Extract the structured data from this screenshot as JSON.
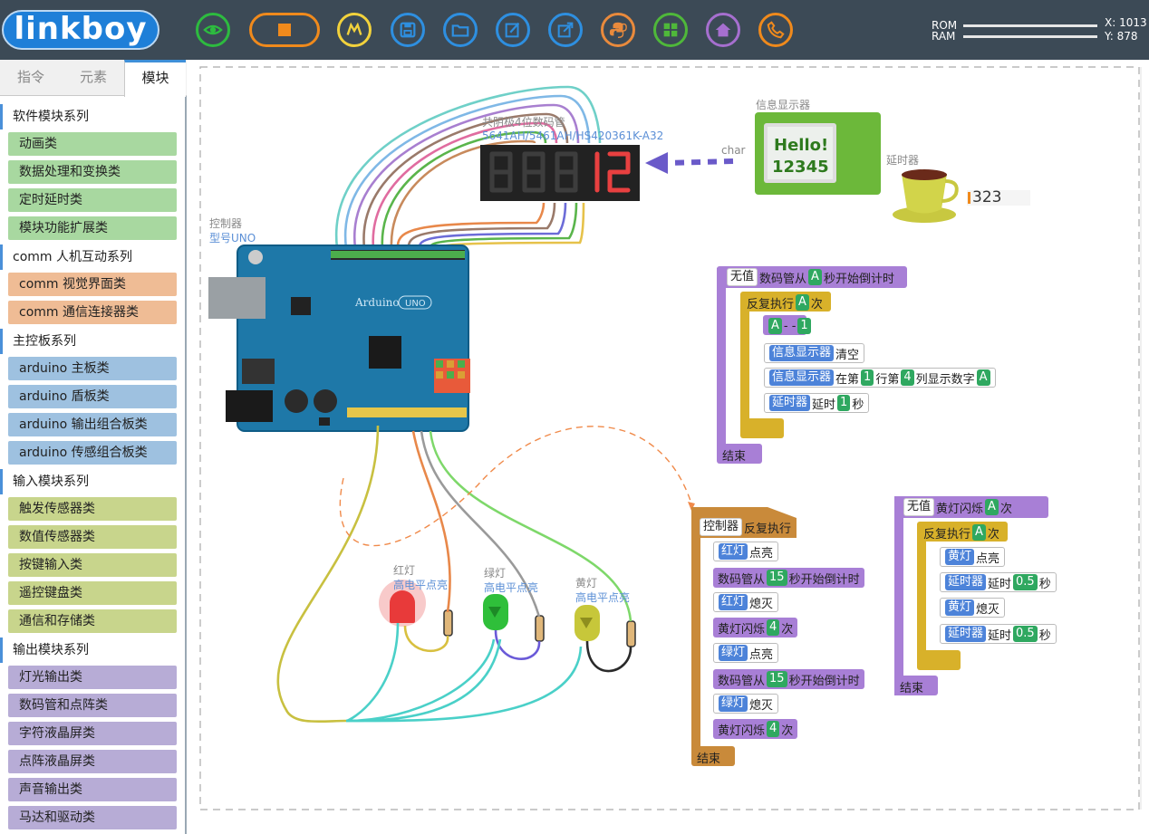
{
  "logo": "linkboy",
  "toolbar": {
    "buttons": [
      "eye-icon",
      "stop-icon",
      "motorola-icon",
      "save-icon",
      "folder-icon",
      "edit-icon",
      "export-icon",
      "python-icon",
      "grid-icon",
      "home-icon",
      "phone-icon"
    ]
  },
  "status": {
    "rom": "ROM",
    "ram": "RAM",
    "x": "X: 1013",
    "y": "Y: 878"
  },
  "tabs": [
    "指令",
    "元素",
    "模块"
  ],
  "sidebar": {
    "groups": [
      {
        "title": "软件模块系列",
        "color": "#a8d8a0",
        "items": [
          "动画类",
          "数据处理和变换类",
          "定时延时类",
          "模块功能扩展类"
        ]
      },
      {
        "title": "comm 人机互动系列",
        "color": "#efbc95",
        "items": [
          "comm 视觉界面类",
          "comm 通信连接器类"
        ]
      },
      {
        "title": "主控板系列",
        "color": "#9ec1e0",
        "items": [
          "arduino 主板类",
          "arduino 盾板类",
          "arduino 输出组合板类",
          "arduino 传感组合板类"
        ]
      },
      {
        "title": "输入模块系列",
        "color": "#c8d58c",
        "items": [
          "触发传感器类",
          "数值传感器类",
          "按键输入类",
          "遥控键盘类",
          "通信和存储类"
        ]
      },
      {
        "title": "输出模块系列",
        "color": "#b7acd6",
        "items": [
          "灯光输出类",
          "数码管和点阵类",
          "字符液晶屏类",
          "点阵液晶屏类",
          "声音输出类",
          "马达和驱动类"
        ]
      }
    ]
  },
  "canvas": {
    "controller_label": "控制器",
    "controller_model": "型号UNO",
    "segment_title": "共阴极4位数码管",
    "segment_model": "5641AH/5461AH/HS420361K-A32",
    "segment_digits": "12",
    "char_label": "char",
    "info_label": "信息显示器",
    "info_line1": "Hello!",
    "info_line2": "12345",
    "timer_label": "延时器",
    "timer_value": "323",
    "red_led": "红灯",
    "green_led": "绿灯",
    "yellow_led": "黄灯",
    "led_sub": "高电平点亮",
    "board_text": "Arduino",
    "board_uno": "UNO"
  },
  "blocks": {
    "fn1": {
      "ret": "无值",
      "name": "数码管从",
      "param": "A",
      "tail": "秒开始倒计时"
    },
    "loop1": {
      "kw": "反复执行",
      "var": "A",
      "tail": "次"
    },
    "dec": {
      "a": "A",
      "op": "- -",
      "n": "1"
    },
    "clear": {
      "obj": "信息显示器",
      "act": "清空"
    },
    "show": {
      "obj": "信息显示器",
      "t1": "在第",
      "n1": "1",
      "t2": "行第",
      "n2": "4",
      "t3": "列显示数字",
      "v": "A"
    },
    "delay1": {
      "obj": "延时器",
      "t": "延时",
      "n": "1",
      "u": "秒"
    },
    "end1": "结束",
    "main": {
      "obj": "控制器",
      "kw": "反复执行"
    },
    "m1": {
      "obj": "红灯",
      "act": "点亮"
    },
    "m2": {
      "name": "数码管从",
      "n": "15",
      "tail": "秒开始倒计时"
    },
    "m3": {
      "obj": "红灯",
      "act": "熄灭"
    },
    "m4": {
      "name": "黄灯闪烁",
      "n": "4",
      "tail": "次"
    },
    "m5": {
      "obj": "绿灯",
      "act": "点亮"
    },
    "m6": {
      "name": "数码管从",
      "n": "15",
      "tail": "秒开始倒计时"
    },
    "m7": {
      "obj": "绿灯",
      "act": "熄灭"
    },
    "m8": {
      "name": "黄灯闪烁",
      "n": "4",
      "tail": "次"
    },
    "end2": "结束",
    "fn2": {
      "ret": "无值",
      "name": "黄灯闪烁",
      "param": "A",
      "tail": "次"
    },
    "loop2": {
      "kw": "反复执行",
      "var": "A",
      "tail": "次"
    },
    "y1": {
      "obj": "黄灯",
      "act": "点亮"
    },
    "y2": {
      "obj": "延时器",
      "t": "延时",
      "n": "0.5",
      "u": "秒"
    },
    "y3": {
      "obj": "黄灯",
      "act": "熄灭"
    },
    "y4": {
      "obj": "延时器",
      "t": "延时",
      "n": "0.5",
      "u": "秒"
    },
    "end3": "结束"
  }
}
